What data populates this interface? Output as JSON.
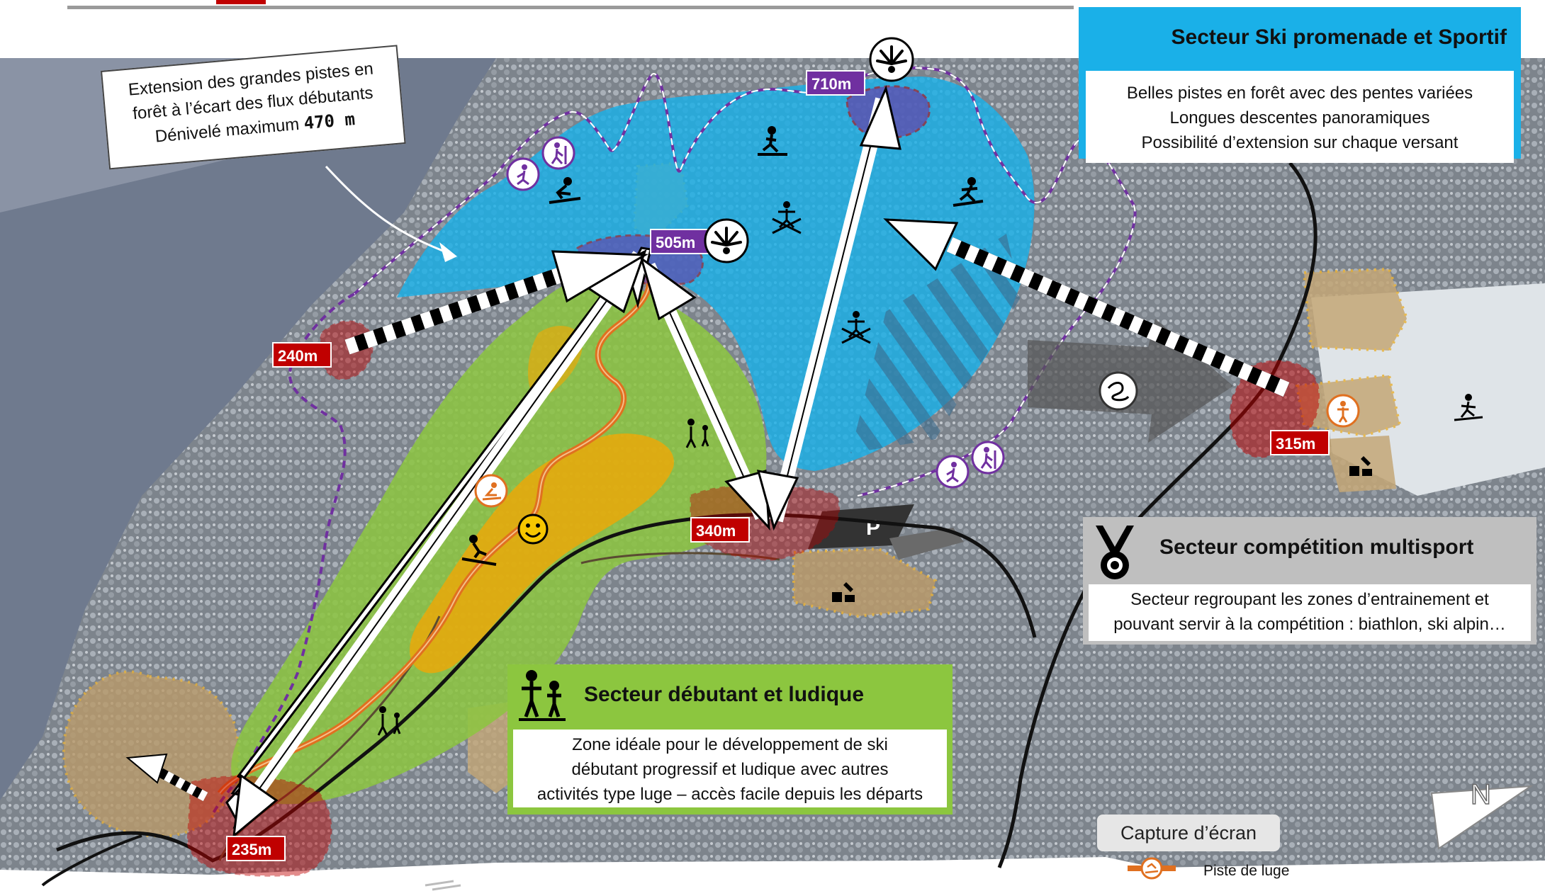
{
  "panels": {
    "ski_promenade": {
      "title": "Secteur Ski promenade et Sportif",
      "lines": [
        "Belles pistes en forêt avec des pentes variées",
        "Longues descentes panoramiques",
        "Possibilité d’extension sur chaque versant"
      ],
      "color": "#1ab0e8"
    },
    "competition": {
      "title": "Secteur compétition multisport",
      "lines": [
        "Secteur regroupant les zones d’entrainement et",
        "pouvant servir à la compétition : biathlon, ski alpin…"
      ],
      "color": "#bfbfbf"
    },
    "debutant": {
      "title": "Secteur débutant et ludique",
      "lines": [
        "Zone idéale pour le développement de ski",
        "débutant progressif et ludique avec autres",
        "activités type luge – accès facile depuis les départs"
      ],
      "color": "#8cc63f"
    }
  },
  "callout": {
    "line1": "Extension des grandes pistes en",
    "line2": "forêt à l’écart des flux débutants",
    "line3_prefix": "Dénivelé maximum ",
    "line3_value": "470 m"
  },
  "altitudes": {
    "a710": "710m",
    "a505": "505m",
    "a240": "240m",
    "a340": "340m",
    "a315": "315m",
    "a235": "235m"
  },
  "parking_label": "P",
  "north_label": "N",
  "capture_label": "Capture d’écran",
  "legend": {
    "luge_label": "Piste de luge"
  },
  "colors": {
    "blue_zone": "#1ab0e8",
    "green_zone": "#8cc63f",
    "orange_zone": "#f7a600",
    "altitude_red": "#c00000",
    "altitude_purple": "#7030a0",
    "luge_orange": "#e07020"
  },
  "icons": [
    "hiker-icon",
    "snowshoe-icon",
    "skier-icon",
    "sledge-icon",
    "smiley-icon",
    "fireworks-icon",
    "medal-icon",
    "family-ski-icon",
    "biathlon-icon",
    "tools-icon",
    "luge-track-icon",
    "parking-icon",
    "north-arrow-icon"
  ]
}
